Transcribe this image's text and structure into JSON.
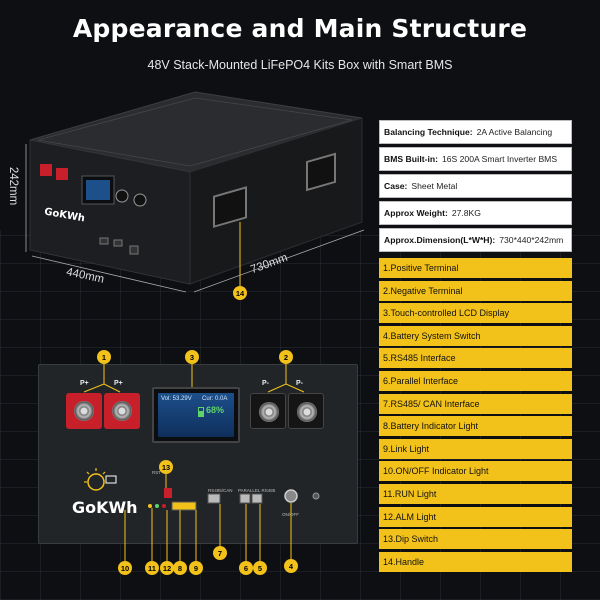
{
  "header": {
    "title": "Appearance and Main Structure",
    "subtitle": "48V Stack-Mounted LiFePO4 Kits Box with Smart BMS"
  },
  "dimensions": {
    "height": "242mm",
    "width": "440mm",
    "length": "730mm"
  },
  "brand": {
    "logo_text": "GoKWh"
  },
  "specs": [
    {
      "label": "Balancing Technique:",
      "value": "2A Active Balancing"
    },
    {
      "label": "BMS Built-in:",
      "value": "16S 200A Smart Inverter BMS"
    },
    {
      "label": "Case:",
      "value": "Sheet Metal"
    },
    {
      "label": "Approx Weight:",
      "value": "27.8KG"
    },
    {
      "label": "Approx.Dimension(L*W*H):",
      "value": "730*440*242mm"
    }
  ],
  "features": [
    "1.Positive Terminal",
    "2.Negative Terminal",
    "3.Touch-controlled LCD Display",
    "4.Battery System Switch",
    "5.RS485 Interface",
    "6.Parallel Interface",
    "7.RS485/ CAN Interface",
    "8.Battery Indicator Light",
    "9.Link Light",
    "10.ON/OFF Indicator Light",
    "11.RUN Light",
    "12.ALM Light",
    "13.Dip Switch",
    "14.Handle"
  ],
  "callouts": {
    "c1": "1",
    "c2": "2",
    "c3": "3",
    "c4": "4",
    "c5": "5",
    "c6": "6",
    "c7": "7",
    "c8": "8",
    "c9": "9",
    "c10": "10",
    "c11": "11",
    "c12": "12",
    "c13": "13",
    "c14": "14"
  },
  "terminal_labels": {
    "pos1": "P+",
    "pos2": "P+",
    "neg1": "P-",
    "neg2": "P-"
  },
  "lcd": {
    "vol": "Vol: 53.29V",
    "cur": "Cur: 0.0A",
    "soc": "68%",
    "soc_value": 0.68
  },
  "panel_labels": {
    "rs485_can": "RS485/CAN",
    "parallel_rs485": "PARALLEL RS485",
    "onoff": "ON/OFF",
    "rst": "RST"
  },
  "colors": {
    "accent": "#f3c21a",
    "positive": "#c8202a",
    "negative": "#151515"
  }
}
